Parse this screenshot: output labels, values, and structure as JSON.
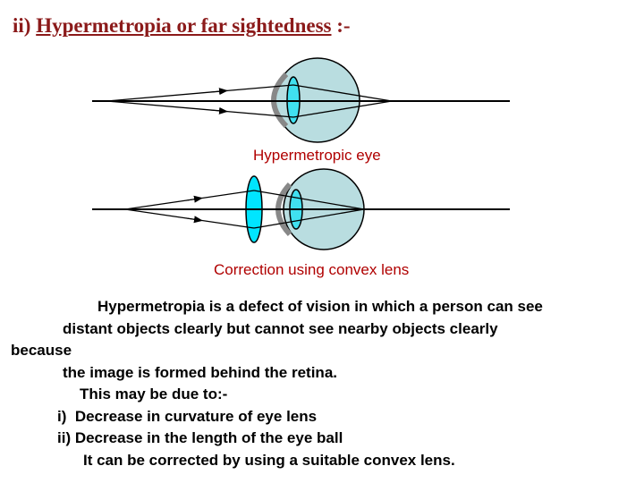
{
  "title": {
    "prefix": "ii)",
    "main": "Hypermetropia or far sightedness",
    "suffix": ":-"
  },
  "captions": {
    "eye": "Hypermetropic eye",
    "correction": "Correction using convex lens"
  },
  "body": {
    "lines": [
      "Hypermetropia is a defect of vision in which a person can see",
      "distant objects clearly but cannot see nearby objects clearly",
      "because",
      "the image is formed behind the retina.",
      "This may be due to:-",
      "i)  Decrease in curvature of eye lens",
      "ii) Decrease in the length of the eye ball",
      "It can be corrected by using a suitable convex lens."
    ]
  },
  "colors": {
    "title": "#8b1a1a",
    "caption": "#b00000",
    "eyeball": "#b9dde0",
    "corrective_lens": "#00e5ff",
    "eye_lens": "#40e0f0"
  }
}
